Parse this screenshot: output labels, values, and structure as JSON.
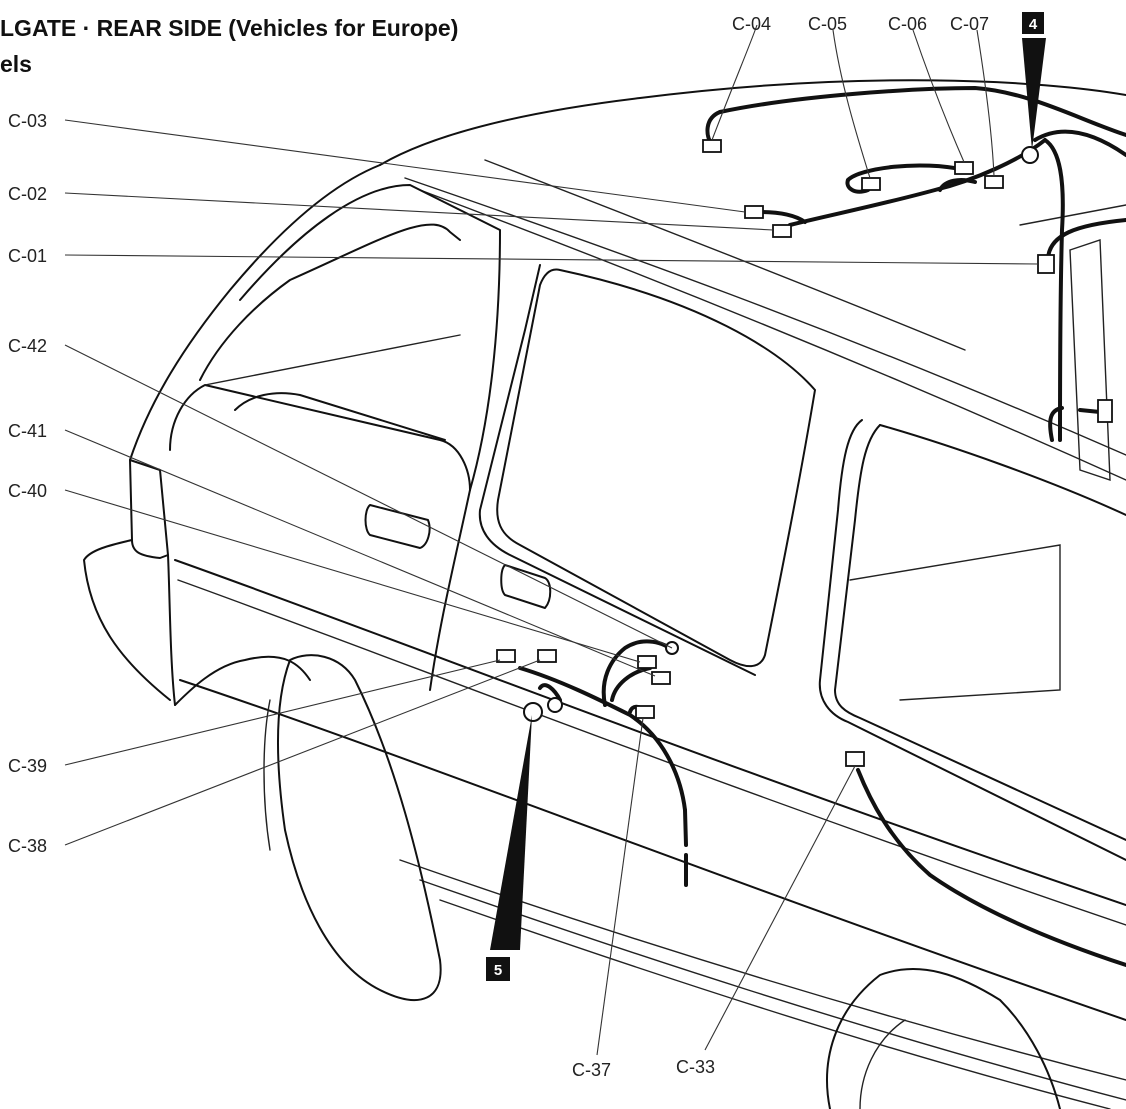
{
  "title": {
    "line1": "LGATE · REAR SIDE (Vehicles for Europe)",
    "line2": "els"
  },
  "callouts": [
    {
      "id": "c04",
      "label": "C-04"
    },
    {
      "id": "c05",
      "label": "C-05"
    },
    {
      "id": "c06",
      "label": "C-06"
    },
    {
      "id": "c07",
      "label": "C-07"
    },
    {
      "id": "c03",
      "label": "C-03"
    },
    {
      "id": "c02",
      "label": "C-02"
    },
    {
      "id": "c01",
      "label": "C-01"
    },
    {
      "id": "c42",
      "label": "C-42"
    },
    {
      "id": "c41",
      "label": "C-41"
    },
    {
      "id": "c40",
      "label": "C-40"
    },
    {
      "id": "c39",
      "label": "C-39"
    },
    {
      "id": "c38",
      "label": "C-38"
    },
    {
      "id": "c37",
      "label": "C-37"
    },
    {
      "id": "c33",
      "label": "C-33"
    }
  ],
  "markers": [
    {
      "id": "m4",
      "label": "4"
    },
    {
      "id": "m5",
      "label": "5"
    }
  ]
}
